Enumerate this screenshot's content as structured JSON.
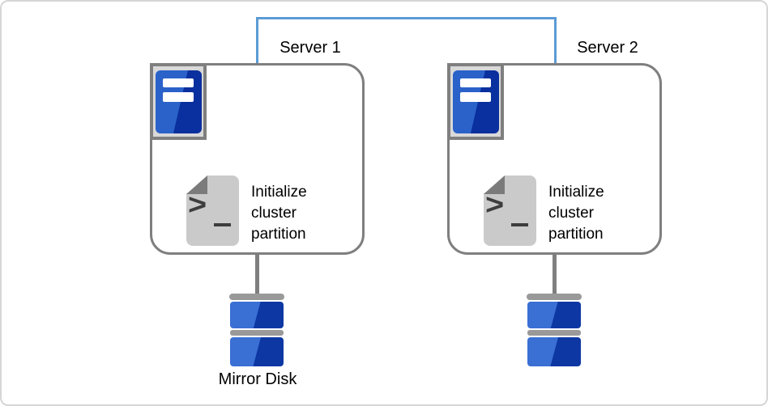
{
  "diagram": {
    "servers": [
      {
        "label": "Server 1",
        "task": "Initialize cluster partition",
        "disk_label": "Mirror Disk"
      },
      {
        "label": "Server 2",
        "task": "Initialize cluster partition",
        "disk_label": ""
      }
    ],
    "icons": {
      "server": "server-tower-icon",
      "script": "shell-script-icon",
      "disk": "mirror-disk-stack-icon",
      "script_glyph": ">"
    },
    "colors": {
      "connector_blue": "#5B9BD5",
      "outline_gray": "#7F7F7F",
      "frame_gray": "#D6D6D6",
      "icon_panel_gray": "#D9D9D9",
      "doc_gray": "#CACACA",
      "doc_fold_gray": "#7B7B7B",
      "glyph_gray": "#3D3D3D",
      "disk_cap_gray": "#999999",
      "server_blue_light": "#2B62C9",
      "server_blue_dark": "#0A2F9E",
      "disk_blue_light": "#3A6FD4",
      "disk_blue_dark": "#0D38A4",
      "text_black": "#000000"
    }
  }
}
